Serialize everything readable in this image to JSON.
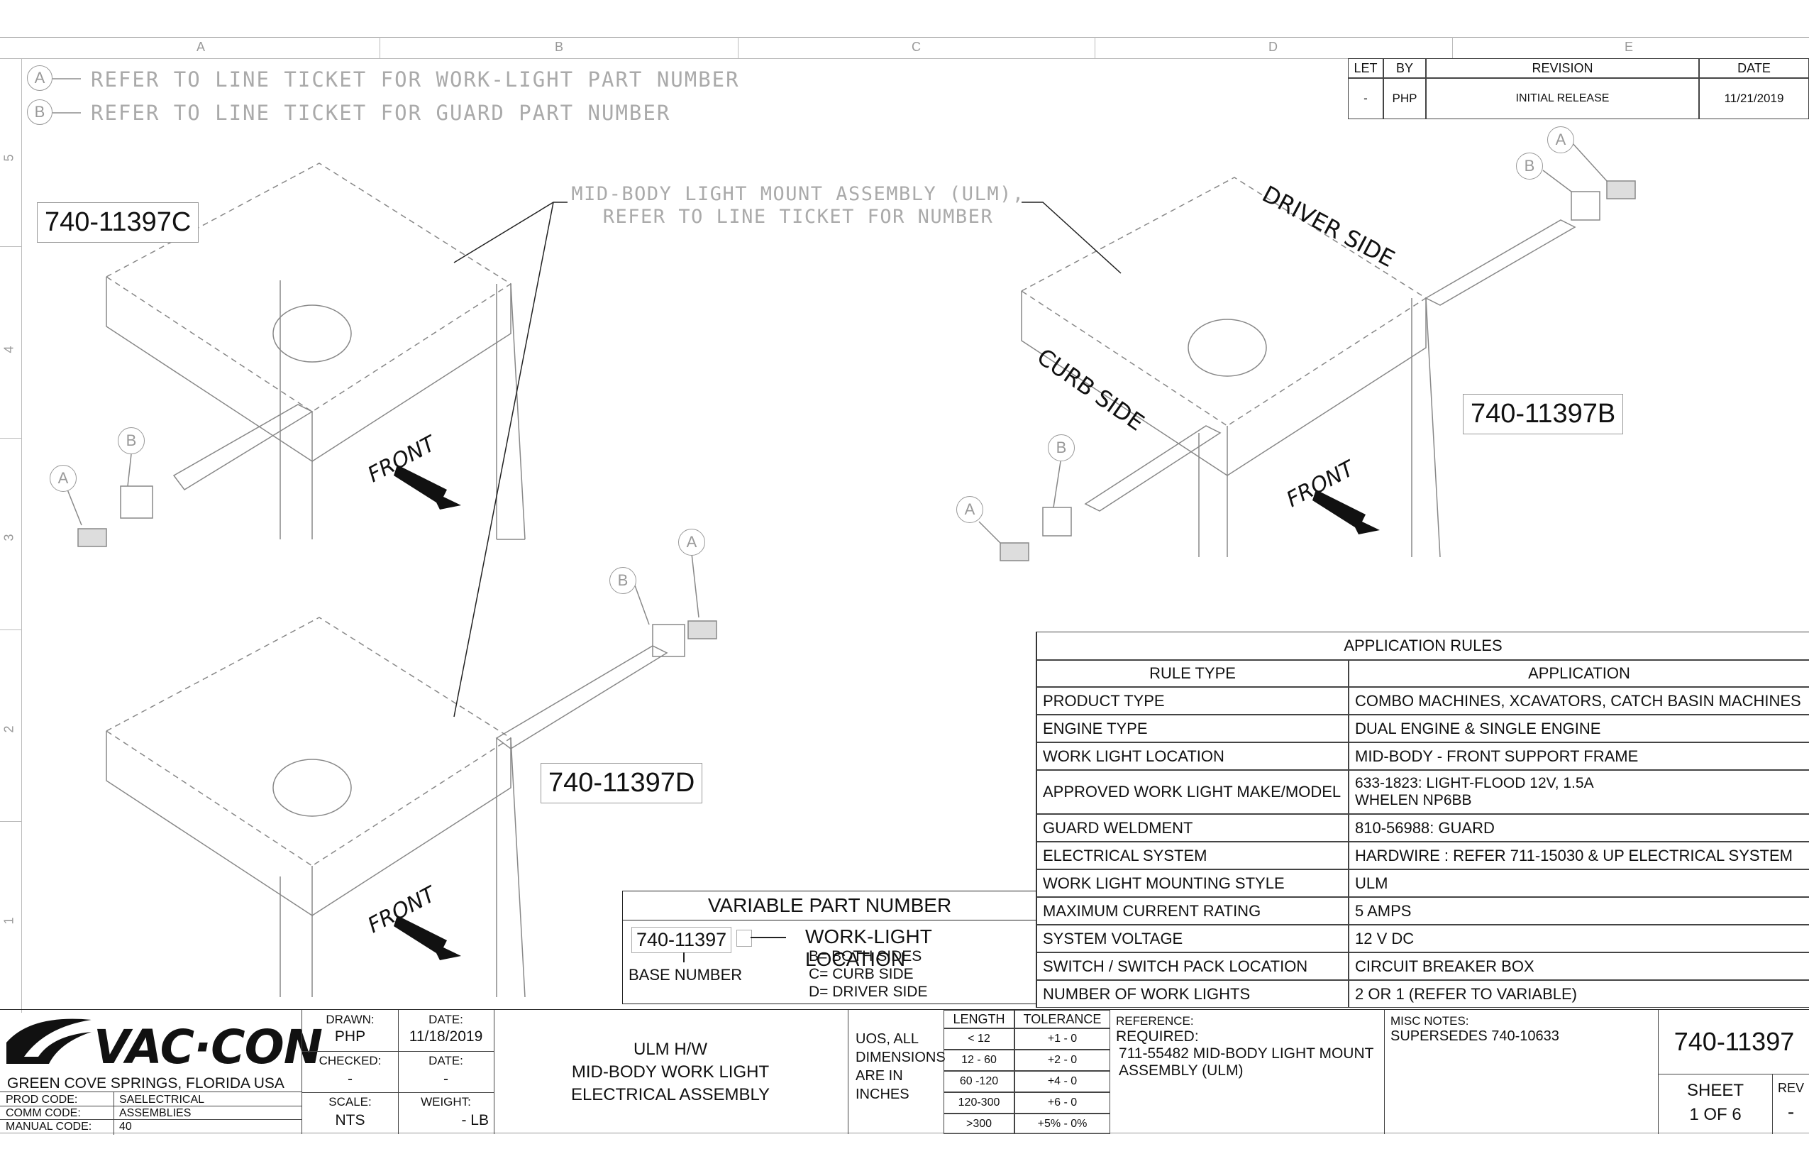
{
  "grid": {
    "columns": [
      "A",
      "B",
      "C",
      "D",
      "E"
    ],
    "rows": [
      "5",
      "4",
      "3",
      "2",
      "1"
    ]
  },
  "notes": [
    {
      "callout": "A",
      "text": "REFER TO LINE TICKET FOR WORK-LIGHT PART NUMBER"
    },
    {
      "callout": "B",
      "text": "REFER TO LINE TICKET FOR GUARD PART NUMBER"
    }
  ],
  "revision_block": {
    "headers": [
      "LET",
      "BY",
      "REVISION",
      "DATE"
    ],
    "rows": [
      [
        "-",
        "PHP",
        "INITIAL RELEASE",
        "11/21/2019"
      ]
    ]
  },
  "views": {
    "c_label": "740-11397C",
    "b_label": "740-11397B",
    "d_label": "740-11397D",
    "mount_note_line1": "MID-BODY LIGHT MOUNT ASSEMBLY (ULM),",
    "mount_note_line2": "REFER TO LINE TICKET FOR NUMBER",
    "driver_side": "DRIVER SIDE",
    "curb_side": "CURB SIDE",
    "front": "FRONT",
    "callout_a": "A",
    "callout_b": "B"
  },
  "variable_part": {
    "title": "VARIABLE PART NUMBER",
    "base": "740-11397",
    "base_label": "BASE NUMBER",
    "location_title": "WORK-LIGHT LOCATION",
    "options": [
      "B= BOTH SIDES",
      "C= CURB SIDE",
      "D= DRIVER SIDE"
    ]
  },
  "application_rules": {
    "title": "APPLICATION RULES",
    "col1": "RULE TYPE",
    "col2": "APPLICATION",
    "rows": [
      {
        "rule": "PRODUCT TYPE",
        "app": "COMBO MACHINES, XCAVATORS, CATCH BASIN MACHINES"
      },
      {
        "rule": "ENGINE TYPE",
        "app": "DUAL ENGINE & SINGLE ENGINE"
      },
      {
        "rule": "WORK LIGHT LOCATION",
        "app": "MID-BODY - FRONT SUPPORT FRAME"
      },
      {
        "rule": "APPROVED WORK LIGHT MAKE/MODEL",
        "app": "633-1823: LIGHT-FLOOD 12V, 1.5A",
        "app2": "WHELEN NP6BB"
      },
      {
        "rule": "GUARD WELDMENT",
        "app": "810-56988: GUARD"
      },
      {
        "rule": "ELECTRICAL SYSTEM",
        "app": "HARDWIRE : REFER 711-15030 & UP ELECTRICAL SYSTEM"
      },
      {
        "rule": "WORK LIGHT MOUNTING STYLE",
        "app": "ULM"
      },
      {
        "rule": "MAXIMUM CURRENT RATING",
        "app": "5 AMPS"
      },
      {
        "rule": "SYSTEM VOLTAGE",
        "app": "12 V DC"
      },
      {
        "rule": "SWITCH / SWITCH PACK LOCATION",
        "app": "CIRCUIT BREAKER BOX"
      },
      {
        "rule": "NUMBER OF WORK LIGHTS",
        "app": "2 OR 1 (REFER TO VARIABLE)"
      }
    ]
  },
  "title_block": {
    "logo": "VAC·CON",
    "location": "GREEN COVE SPRINGS, FLORIDA USA",
    "prod_code_label": "PROD CODE:",
    "prod_code": "SAELECTRICAL",
    "comm_code_label": "COMM CODE:",
    "comm_code": "ASSEMBLIES",
    "manual_code_label": "MANUAL CODE:",
    "manual_code": "40",
    "drawn_label": "DRAWN:",
    "drawn": "PHP",
    "date_label": "DATE:",
    "drawn_date": "11/18/2019",
    "checked_label": "CHECKED:",
    "checked": "-",
    "checked_date": "-",
    "scale_label": "SCALE:",
    "scale": "NTS",
    "weight_label": "WEIGHT:",
    "weight": "- LB",
    "title_line1": "ULM H/W",
    "title_line2": "MID-BODY WORK LIGHT",
    "title_line3": "ELECTRICAL ASSEMBLY",
    "uos_line1": "UOS, ALL",
    "uos_line2": "DIMENSIONS",
    "uos_line3": "ARE IN",
    "uos_line4": "INCHES",
    "tol_headers": [
      "LENGTH",
      "TOLERANCE"
    ],
    "tolerances": [
      [
        "< 12",
        "+1 - 0"
      ],
      [
        "12 - 60",
        "+2 - 0"
      ],
      [
        "60 -120",
        "+4 - 0"
      ],
      [
        "120-300",
        "+6 - 0"
      ],
      [
        ">300",
        "+5% - 0%"
      ]
    ],
    "reference_label": "REFERENCE:",
    "required_label": "REQUIRED:",
    "required_line1": "711-55482 MID-BODY LIGHT MOUNT",
    "required_line2": "ASSEMBLY (ULM)",
    "misc_label": "MISC NOTES:",
    "misc": "SUPERSEDES 740-10633",
    "drawing_number": "740-11397",
    "sheet_label": "SHEET",
    "sheet": "1 OF 6",
    "rev_label": "REV",
    "rev": "-"
  }
}
